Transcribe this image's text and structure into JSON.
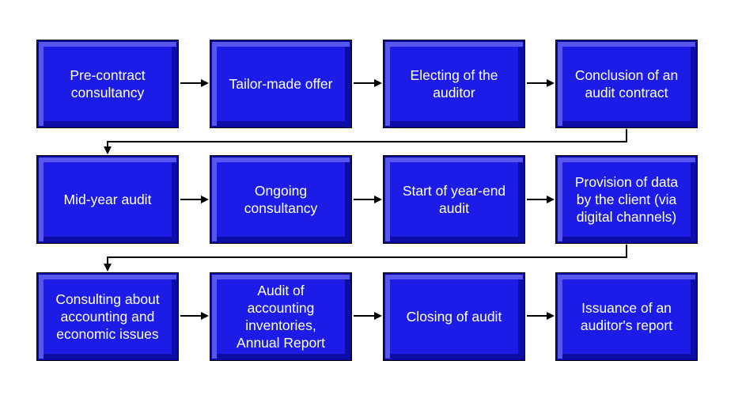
{
  "diagram": {
    "rows": [
      [
        "Pre-contract\nconsultancy",
        "Tailor-made offer",
        "Electing of the\nauditor",
        "Conclusion of an\naudit contract"
      ],
      [
        "Mid-year audit",
        "Ongoing\nconsultancy",
        "Start of year-end\naudit",
        "Provision of data\nby the client (via\ndigital channels)"
      ],
      [
        "Consulting about\naccounting and\neconomic issues",
        "Audit of\naccounting\ninventories,\nAnnual Report",
        "Closing of audit",
        "Issuance of an\nauditor's report"
      ]
    ]
  },
  "colors": {
    "box_fill": "#1c1ce6",
    "box_text": "#ffffff",
    "connector": "#000000"
  }
}
